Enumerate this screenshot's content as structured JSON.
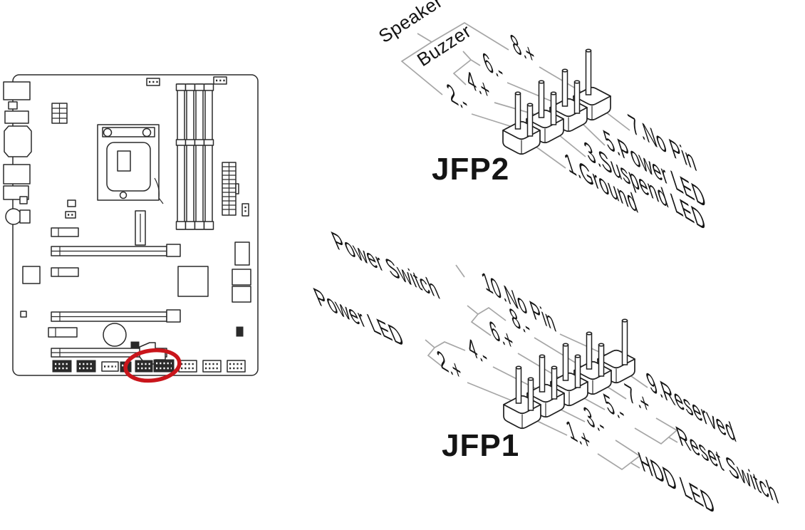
{
  "diagram": {
    "highlight_color": "#c9151b",
    "jfp2": {
      "title": "JFP2",
      "speaker_label": "Speaker",
      "buzzer_label": "Buzzer",
      "pin8": "8.+",
      "pin6": "6.-",
      "pin4": "4.+",
      "pin2": "2.-",
      "pin7": "7.No Pin",
      "pin5": "5.Power LED",
      "pin3": "3.Suspend LED",
      "pin1": "1.Ground"
    },
    "jfp1": {
      "title": "JFP1",
      "power_switch_label": "Power Switch",
      "power_led_label": "Power LED",
      "pin10": "10.No Pin",
      "pin8": "8.-",
      "pin6": "6.+",
      "pin4": "4.-",
      "pin2": "2.+",
      "pin9": "9.Reserved",
      "pin7": "7.+",
      "pin5": "5.-",
      "pin3": "3.-",
      "pin1": "1.+",
      "reset_switch_label": "Reset Switch",
      "hdd_led_label": "HDD LED"
    }
  }
}
